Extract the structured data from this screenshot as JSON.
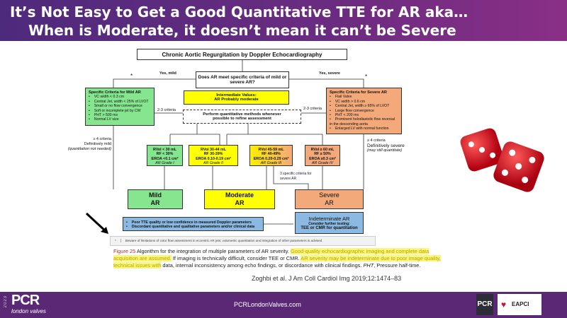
{
  "slide": {
    "title_line1": "It’s Not Easy to Get a Good Quantitative TTE for AR aka…",
    "title_line2": "When is Moderate, it doesn’t mean it can’t be Severe"
  },
  "flowchart": {
    "title": "Chronic Aortic Regurgitation by Doppler Echocardiography",
    "question": "Does AR meet specific criteria of mild or severe AR?",
    "yes_mild": "Yes, mild",
    "yes_severe": "Yes, severe",
    "asterisk": "*",
    "intermediate_title": "Intermediate Values:",
    "intermediate_sub": "AR Probably moderate",
    "quant": "Perform quantitative methods whenever possible to refine assessment",
    "criteria_2_3": "2-3 criteria",
    "mild_criteria": {
      "title": "Specific Criteria for Mild AR",
      "items": [
        "VC width < 0.3 cm",
        "Central Jet, width < 25% of LVOT",
        "Small or no flow convergence",
        "Soft or incomplete jet by CW",
        "PHT > 500 ms",
        "Normal LV size"
      ]
    },
    "severe_criteria": {
      "title": "Specific Criteria for Severe AR",
      "items": [
        "Flail Valve",
        "VC width > 0.6 cm",
        "Central Jet, width ≥ 65% of LVOT",
        "Large flow convergence",
        "PHT < 200 ms",
        "Prominent holodiastolic flow reversal in the descending aorta",
        "Enlarged LV with normal function"
      ]
    },
    "def_mild": [
      "≥ 4 criteria",
      "Definitively mild",
      "(quantitation not needed)"
    ],
    "def_severe": [
      "≥ 4 criteria",
      "Definitively severe",
      "(may still quantitate)"
    ],
    "grades": [
      {
        "rvol": "RVol < 30 mL",
        "rf": "RF < 30%",
        "eroa": "EROA <0.1 cm²",
        "grade": "AR Grade I"
      },
      {
        "rvol": "RVol 30-44 mL",
        "rf": "RF 30-39%",
        "eroa": "EROA 0.10-0.19 cm²",
        "grade": "AR Grade II"
      },
      {
        "rvol": "RVol 45-59 mL",
        "rf": "RF 40-49%",
        "eroa": "EROA 0.20-0.29 cm²",
        "grade": "AR Grade III"
      },
      {
        "rvol": "RVol ≥ 60 mL",
        "rf": "RF ≥ 50%",
        "eroa": "EROA ≥0.3 cm²",
        "grade": "AR Grade IV"
      }
    ],
    "three_specific": "3 specific criteria for severe AR",
    "final": {
      "mild": [
        "Mild",
        "AR"
      ],
      "moderate": [
        "Moderate",
        "AR"
      ],
      "severe": [
        "Severe",
        "AR"
      ]
    },
    "poor_quality": [
      "Poor TTE quality or low confidence in measured Doppler parameters",
      "Discordant quantitative and qualitative parameters and/or clinical data"
    ],
    "indeterminate": {
      "title": "Indeterminate AR",
      "line1": "Consider further testing:",
      "line2": "TEE or CMR for quantitation"
    },
    "footnote": "Beware of limitations of color flow assessment in eccentric AR jets; volumetric quantitation and integration of other parameters is advised"
  },
  "caption": {
    "fig": "Figure 25",
    "p1": " Algorithm for the integration of multiple parameters of AR severity. ",
    "h1": "Good-quality echocardiographic imaging and complete data acquisition are assumed.",
    "p2": " If imaging is technically difficult, consider TEE or CMR. ",
    "h2": "AR severity may be indeterminate due to poor image quality, technical issues with",
    "p3": " data, internal inconsistency among echo findings, or discordance with clinical findings. ",
    "pht": "PHT",
    "p4": ", Pressure half-time."
  },
  "citation": "Zoghbi et al. J Am Coll Cardiol Img 2019;12:1474–83",
  "footer": {
    "year": "2023",
    "logo": "PCR",
    "logo_sub": "london valves",
    "url": "PCRLondonValves.com",
    "pcr": "PCR",
    "eapci": "EAPCI"
  }
}
